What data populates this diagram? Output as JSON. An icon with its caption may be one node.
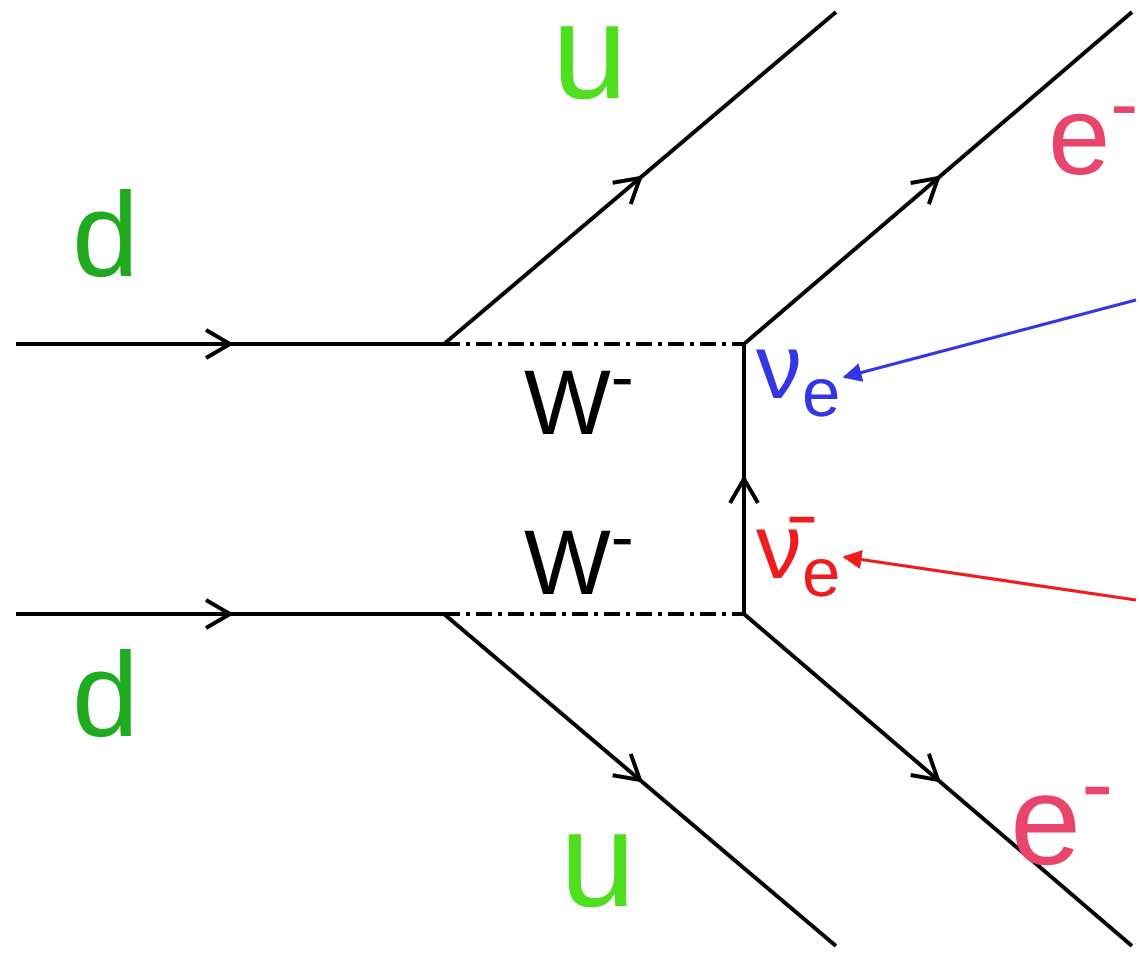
{
  "diagram": {
    "nodes": [
      {
        "text": [
          "ν$_{e}$"
        ]
      },
      {
        "text": [
          "ν̄$_{e}$"
        ]
      }
    ],
    "edges": [
      {
        "from": null,
        "to": 0,
        "arrow": "to",
        "color": "#3535e8"
      },
      {
        "from": null,
        "to": 1,
        "arrow": "to",
        "color": "#ee1c1c"
      }
    ],
    "labels": [
      "u",
      "e$^{-}$",
      "d",
      "W$^{-}$",
      "W$^{-}$",
      "d",
      "u",
      "e$^{-}$"
    ]
  }
}
